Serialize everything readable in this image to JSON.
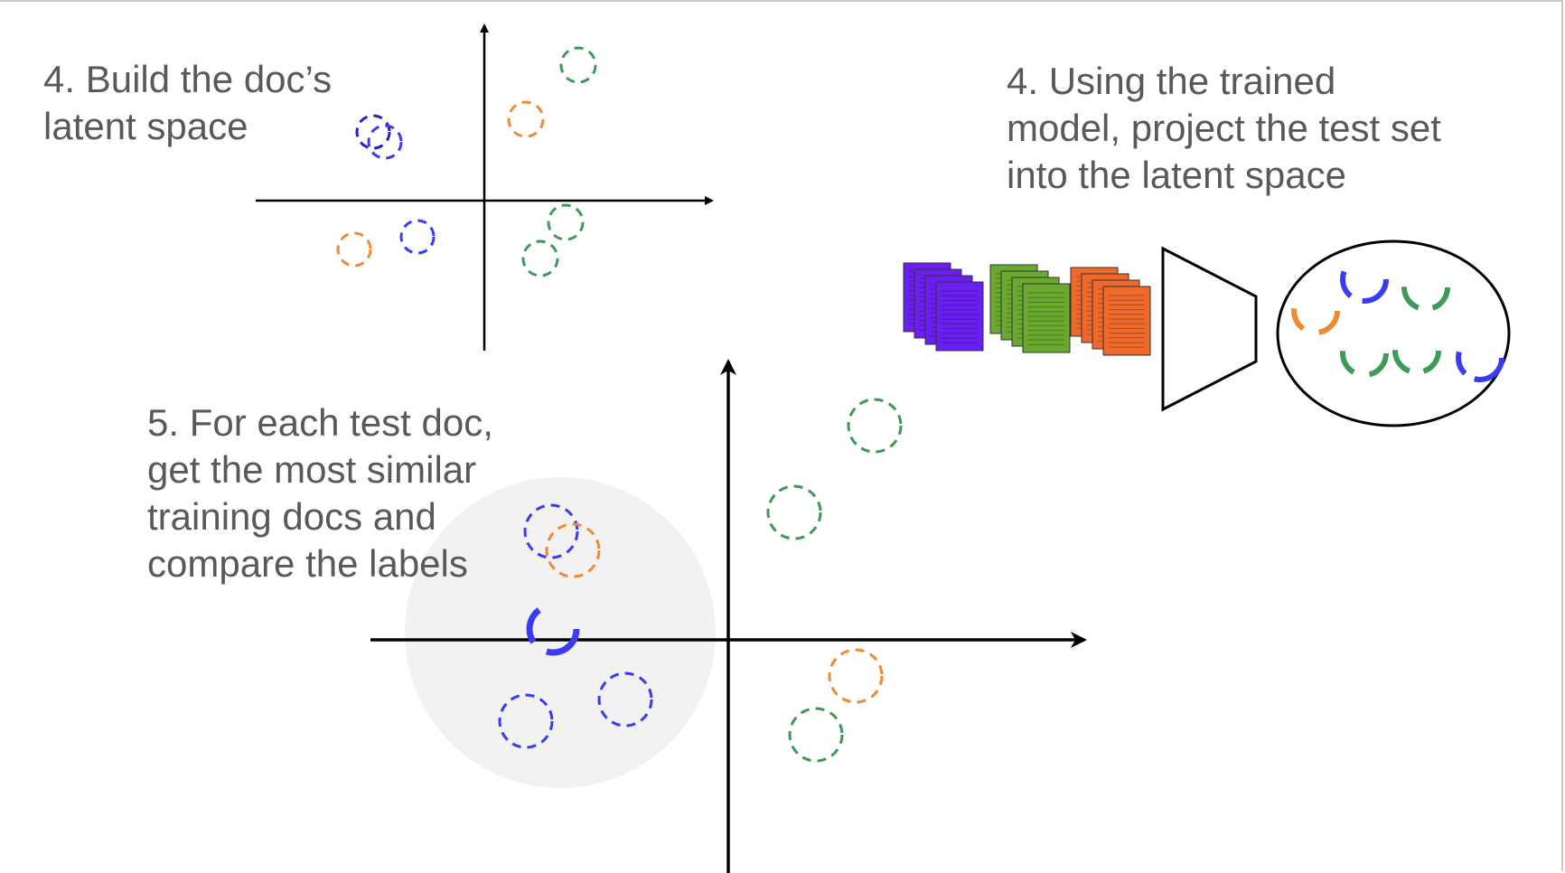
{
  "captions": {
    "build_latent": [
      "4. Build the doc’s",
      "latent space"
    ],
    "project_test": [
      "4. Using the trained",
      "model, project the test set",
      "into the latent space"
    ],
    "compare_labels": [
      "5. For each test doc,",
      "get the most similar",
      "training docs and",
      "compare the labels"
    ]
  },
  "colors": {
    "class_blue": "#3b3bf5",
    "class_navy": "#2a1fc2",
    "class_orange": "#ef8a35",
    "class_green": "#3e9a58",
    "doc_purple": "#6a1ff0",
    "doc_green": "#6aa92f",
    "doc_orange": "#ef6a2a",
    "axis": "#000000",
    "neighborhood": "#f2f2f2",
    "caption_text": "#595959"
  },
  "icons": {
    "document_stack": "document-stack-icon",
    "encoder": "trapezoid-encoder-icon",
    "latent_space": "ellipse-latent-space-icon"
  }
}
